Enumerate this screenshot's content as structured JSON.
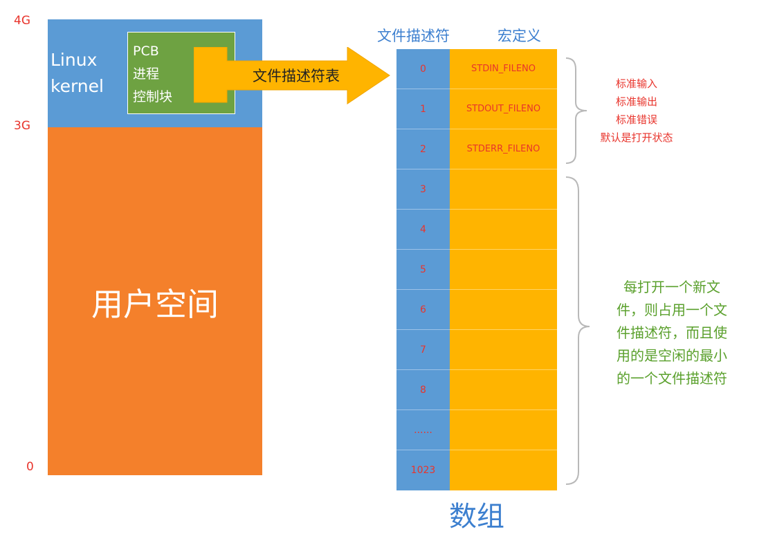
{
  "memory_labels": {
    "top": "4G",
    "kernel_boundary": "3G",
    "bottom": "0"
  },
  "kernel": {
    "label": "Linux\nkernel",
    "pcb_label": "PCB\n进程\n控制块"
  },
  "user_space": {
    "label": "用户空间"
  },
  "arrow": {
    "label": "文件描述符表"
  },
  "table": {
    "header_fd": "文件描述符",
    "header_macro": "宏定义",
    "rows": [
      {
        "fd": "0",
        "macro": "STDIN_FILENO"
      },
      {
        "fd": "1",
        "macro": "STDOUT_FILENO"
      },
      {
        "fd": "2",
        "macro": "STDERR_FILENO"
      },
      {
        "fd": "3",
        "macro": ""
      },
      {
        "fd": "4",
        "macro": ""
      },
      {
        "fd": "5",
        "macro": ""
      },
      {
        "fd": "6",
        "macro": ""
      },
      {
        "fd": "7",
        "macro": ""
      },
      {
        "fd": "8",
        "macro": ""
      },
      {
        "fd": "......",
        "macro": ""
      },
      {
        "fd": "1023",
        "macro": ""
      }
    ],
    "caption": "数组"
  },
  "notes": {
    "std_streams": "标准输入\n标准输出\n标准错误\n默认是打开状态",
    "allocation": "每打开一个新文\n件，则占用一个文\n件描述符，而且使\n用的是空闲的最小\n的一个文件描述符"
  },
  "colors": {
    "kernel_blue": "#5b9bd5",
    "user_orange": "#f4802b",
    "pcb_green": "#6ea242",
    "arrow_amber": "#ffb400",
    "label_red": "#e8342c",
    "header_blue": "#3c7fcf",
    "note_green": "#5aa02c"
  }
}
